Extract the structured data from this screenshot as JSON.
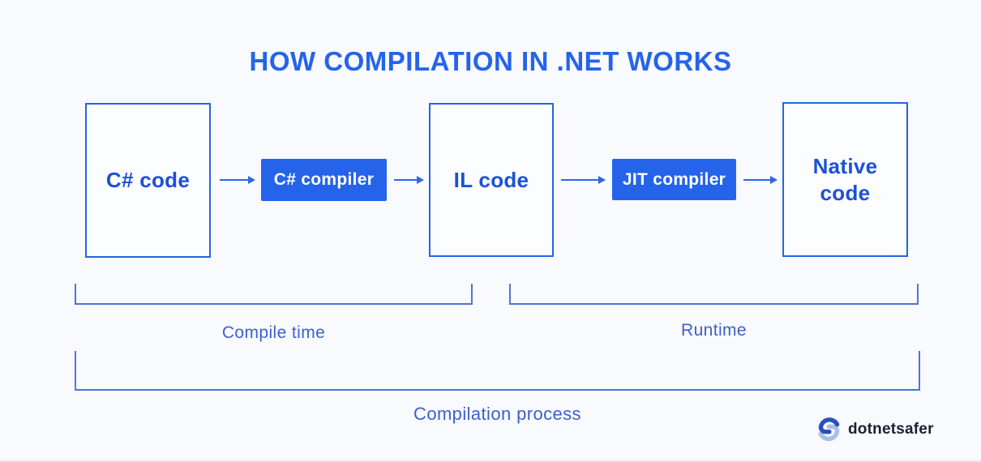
{
  "title": "HOW COMPILATION IN .NET WORKS",
  "flow": {
    "nodes": [
      {
        "id": "csharp-code",
        "label": "C# code",
        "style": "outlined"
      },
      {
        "id": "csharp-compiler",
        "label": "C# compiler",
        "style": "filled"
      },
      {
        "id": "il-code",
        "label": "IL code",
        "style": "outlined"
      },
      {
        "id": "jit-compiler",
        "label": "JIT compiler",
        "style": "filled"
      },
      {
        "id": "native-code",
        "label": "Native code",
        "style": "outlined"
      }
    ],
    "arrow_count": 4
  },
  "phases": [
    {
      "id": "compile-time",
      "label": "Compile time",
      "covers": [
        "C# code",
        "C# compiler",
        "IL code"
      ]
    },
    {
      "id": "runtime",
      "label": "Runtime",
      "covers": [
        "IL code",
        "JIT compiler",
        "Native code"
      ]
    },
    {
      "id": "process",
      "label": "Compilation process",
      "covers": [
        "C# code",
        "C# compiler",
        "IL code",
        "JIT compiler",
        "Native code"
      ]
    }
  ],
  "branding": {
    "logo_text": "dotnetsafer",
    "logo_icon": "dotnetsafer-s-icon"
  },
  "colors": {
    "background": "#f8fafd",
    "accent_blue": "#2563eb",
    "node_text_blue": "#1d50d8",
    "filled_node_text": "#ffffff",
    "arrow_blue": "#2f67e2",
    "bracket_blue": "#4a74d0",
    "phase_label_blue": "#3d5fce",
    "logo_text_color": "#1b2230",
    "logo_icon_dark": "#2b4fc0",
    "logo_icon_light": "#a9bfe9"
  }
}
